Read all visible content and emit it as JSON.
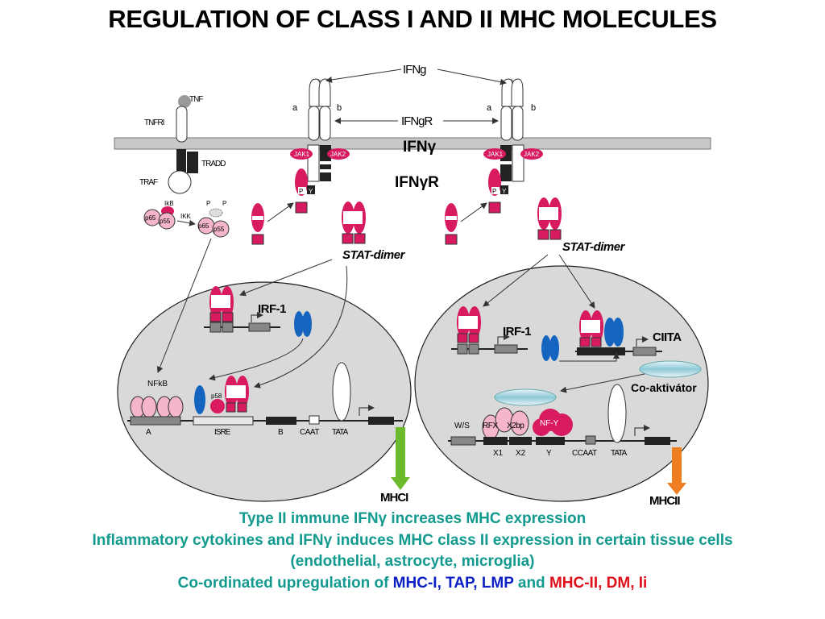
{
  "title": "REGULATION OF CLASS I AND II MHC MOLECULES",
  "labels": {
    "ifng_top": "IFNg",
    "ifngr_mid": "IFNgR",
    "ifng_greek": "IFNγ",
    "ifngr_greek": "IFNγR",
    "chain_a": "a",
    "chain_b": "b",
    "tnf": "TNF",
    "tnfri": "TNFRI",
    "tradd": "TRADD",
    "traf": "TRAF",
    "ikb": "IkB",
    "ikk": "IKK",
    "p65": "p65",
    "p55": "p55",
    "p": "P",
    "jak1": "JAK1",
    "jak2": "JAK2",
    "stat_dimer": "STAT-dimer",
    "irf1": "IRF-1",
    "ciita": "CIITA",
    "coactivator": "Co-aktivátor",
    "nfkb": "NFkB",
    "p58": "p58",
    "y": "Y",
    "ws": "W/S",
    "rfx": "RFX",
    "x2bp": "X2bp",
    "nfy": "NF-Y",
    "x1": "X1",
    "x2": "X2",
    "ccaat": "CCAAT",
    "caat": "CAAT",
    "tata": "TATA",
    "a_box": "A",
    "isre": "ISRE",
    "b_box": "B",
    "mhci": "MHCI",
    "mhcii": "MHCII"
  },
  "captions": {
    "line1": "Type II immune IFNγ increases MHC expression",
    "line2": "Inflammatory cytokines and IFNγ induces MHC class II expression in certain tissue cells",
    "line3": "(endothelial, astrocyte, microglia)",
    "line4_prefix": "Co-ordinated upregulation of ",
    "line4_mhc1": "MHC-I",
    "line4_comma1": ", ",
    "line4_tap": "TAP",
    "line4_comma2": ", ",
    "line4_lmp": "LMP",
    "line4_and": " and ",
    "line4_mhc2": "MHC-II",
    "line4_comma3": ", ",
    "line4_dm": "DM",
    "line4_comma4": ", ",
    "line4_li": "Ii"
  },
  "colors": {
    "magenta": "#d81b60",
    "pink": "#f4b6c8",
    "blue": "#1565c0",
    "green": "#6dbb2d",
    "orange": "#ef7d22",
    "cell": "#d9d9d9",
    "membrane": "#c8c8c8",
    "caption": "#129a8e",
    "caption_blue": "#0a1fc4",
    "caption_red": "#e0101a"
  }
}
